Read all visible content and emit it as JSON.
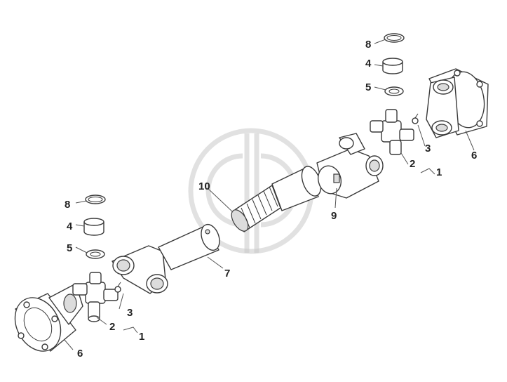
{
  "callouts": {
    "c1_right": "1",
    "c1_left": "1",
    "c2_right": "2",
    "c2_left": "2",
    "c3_right": "3",
    "c3_left": "3",
    "c4_right": "4",
    "c4_left": "4",
    "c5_right": "5",
    "c5_left": "5",
    "c6_right": "6",
    "c6_left": "6",
    "c7": "7",
    "c8_right": "8",
    "c8_left": "8",
    "c9": "9",
    "c10": "10"
  },
  "colors": {
    "line": "#3a3a3a",
    "watermark": "#c8c8c8"
  }
}
